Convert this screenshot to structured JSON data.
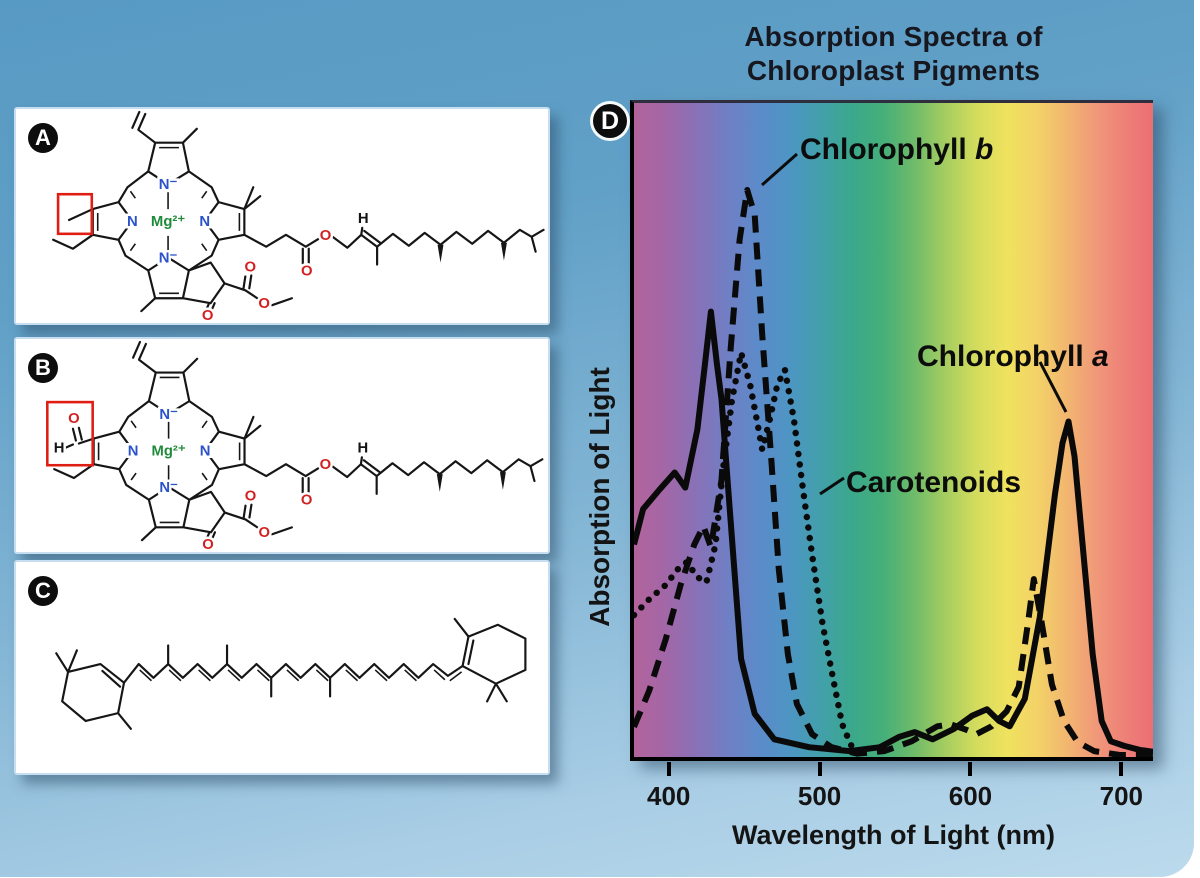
{
  "title": {
    "line1": "Absorption Spectra of",
    "line2": "Chloroplast Pigments"
  },
  "panels": {
    "a": {
      "badge": "A",
      "molecule": "chlorophyll a",
      "highlighted_group": "methyl group",
      "atoms": {
        "mg": "Mg²⁺",
        "n": "N",
        "n_charged": "N⁻",
        "o": "O",
        "h": "H"
      }
    },
    "b": {
      "badge": "B",
      "molecule": "chlorophyll b",
      "highlighted_group": "aldehyde group",
      "atoms": {
        "mg": "Mg²⁺",
        "n": "N",
        "n_charged": "N⁻",
        "o": "O",
        "h": "H"
      }
    },
    "c": {
      "badge": "C",
      "molecule": "carotenoid (beta-carotene)"
    },
    "d": {
      "badge": "D"
    }
  },
  "chart": {
    "y_axis_label": "Absorption of Light",
    "x_axis_label": "Wavelength of Light (nm)",
    "labels": {
      "chlorophyll_b": {
        "prefix": "Chlorophyll ",
        "italic": "b"
      },
      "chlorophyll_a": {
        "prefix": "Chlorophyll ",
        "italic": "a"
      },
      "carotenoids": {
        "text": "Carotenoids"
      }
    }
  },
  "chart_data": {
    "type": "line",
    "title": "Absorption Spectra of Chloroplast Pigments",
    "xlabel": "Wavelength of Light (nm)",
    "ylabel": "Absorption of Light",
    "x_range": [
      377,
      721
    ],
    "x_ticks": [
      400,
      500,
      600,
      700
    ],
    "y_range": [
      0,
      1
    ],
    "grid": false,
    "legend_position": "inline-annotations",
    "background": "visible-light-spectrum-gradient",
    "spectrum_stops": [
      [
        "#b2639b",
        0
      ],
      [
        "#a367a7",
        0.06
      ],
      [
        "#8971b7",
        0.12
      ],
      [
        "#707fc4",
        0.18
      ],
      [
        "#5c8bca",
        0.24
      ],
      [
        "#4d95c3",
        0.3
      ],
      [
        "#42a0aa",
        0.36
      ],
      [
        "#3ba88c",
        0.42
      ],
      [
        "#45af79",
        0.48
      ],
      [
        "#6fbb6a",
        0.54
      ],
      [
        "#a5cd60",
        0.6
      ],
      [
        "#d4dc5d",
        0.66
      ],
      [
        "#f0e25f",
        0.72
      ],
      [
        "#f3d168",
        0.78
      ],
      [
        "#f2b371",
        0.84
      ],
      [
        "#f0937a",
        0.9
      ],
      [
        "#ed7b77",
        0.96
      ],
      [
        "#ec6f73",
        1
      ]
    ],
    "series": [
      {
        "name": "Chlorophyll a",
        "id": "chlorophyll-a",
        "style": "solid",
        "color": "#0a0a0a",
        "width": 6,
        "peaks_nm": [
          428,
          665
        ],
        "points": [
          [
            377,
            0.325
          ],
          [
            383,
            0.379
          ],
          [
            394,
            0.409
          ],
          [
            404,
            0.435
          ],
          [
            411,
            0.412
          ],
          [
            419,
            0.501
          ],
          [
            424,
            0.6
          ],
          [
            428,
            0.681
          ],
          [
            432,
            0.6
          ],
          [
            435,
            0.547
          ],
          [
            440,
            0.394
          ],
          [
            448,
            0.15
          ],
          [
            457,
            0.066
          ],
          [
            470,
            0.027
          ],
          [
            493,
            0.015
          ],
          [
            520,
            0.009
          ],
          [
            540,
            0.015
          ],
          [
            553,
            0.031
          ],
          [
            563,
            0.038
          ],
          [
            575,
            0.027
          ],
          [
            589,
            0.043
          ],
          [
            601,
            0.063
          ],
          [
            611,
            0.073
          ],
          [
            619,
            0.055
          ],
          [
            626,
            0.047
          ],
          [
            636,
            0.089
          ],
          [
            646,
            0.214
          ],
          [
            656,
            0.401
          ],
          [
            661,
            0.48
          ],
          [
            665,
            0.513
          ],
          [
            669,
            0.46
          ],
          [
            674,
            0.333
          ],
          [
            681,
            0.157
          ],
          [
            687,
            0.055
          ],
          [
            693,
            0.024
          ],
          [
            702,
            0.017
          ],
          [
            712,
            0.011
          ],
          [
            721,
            0.008
          ]
        ]
      },
      {
        "name": "Chlorophyll b",
        "id": "chlorophyll-b",
        "style": "dashed",
        "color": "#0a0a0a",
        "width": 6,
        "dash": "17 10",
        "peaks_nm": [
          452,
          642
        ],
        "points": [
          [
            377,
            0.046
          ],
          [
            387,
            0.101
          ],
          [
            398,
            0.18
          ],
          [
            408,
            0.264
          ],
          [
            417,
            0.325
          ],
          [
            423,
            0.353
          ],
          [
            428,
            0.321
          ],
          [
            435,
            0.424
          ],
          [
            441,
            0.623
          ],
          [
            447,
            0.791
          ],
          [
            452,
            0.867
          ],
          [
            457,
            0.829
          ],
          [
            462,
            0.646
          ],
          [
            468,
            0.455
          ],
          [
            473,
            0.287
          ],
          [
            479,
            0.157
          ],
          [
            485,
            0.081
          ],
          [
            495,
            0.035
          ],
          [
            508,
            0.015
          ],
          [
            525,
            0.005
          ],
          [
            543,
            0.009
          ],
          [
            561,
            0.024
          ],
          [
            578,
            0.047
          ],
          [
            587,
            0.05
          ],
          [
            598,
            0.041
          ],
          [
            604,
            0.035
          ],
          [
            614,
            0.047
          ],
          [
            624,
            0.07
          ],
          [
            632,
            0.107
          ],
          [
            638,
            0.203
          ],
          [
            642,
            0.272
          ],
          [
            647,
            0.208
          ],
          [
            654,
            0.111
          ],
          [
            662,
            0.055
          ],
          [
            671,
            0.023
          ],
          [
            682,
            0.009
          ],
          [
            699,
            0.003
          ],
          [
            721,
            0.003
          ]
        ]
      },
      {
        "name": "Carotenoids",
        "id": "carotenoids",
        "style": "dotted",
        "color": "#0a0a0a",
        "width": 6.4,
        "dash": "0.1 10.5",
        "linecap": "round",
        "peaks_nm": [
          448,
          477
        ],
        "points": [
          [
            377,
            0.217
          ],
          [
            387,
            0.241
          ],
          [
            398,
            0.263
          ],
          [
            406,
            0.287
          ],
          [
            412,
            0.298
          ],
          [
            419,
            0.275
          ],
          [
            425,
            0.267
          ],
          [
            431,
            0.325
          ],
          [
            436,
            0.44
          ],
          [
            442,
            0.547
          ],
          [
            448,
            0.618
          ],
          [
            454,
            0.569
          ],
          [
            459,
            0.508
          ],
          [
            462,
            0.47
          ],
          [
            467,
            0.516
          ],
          [
            472,
            0.569
          ],
          [
            477,
            0.592
          ],
          [
            483,
            0.516
          ],
          [
            489,
            0.409
          ],
          [
            495,
            0.31
          ],
          [
            502,
            0.203
          ],
          [
            509,
            0.119
          ],
          [
            515,
            0.05
          ],
          [
            522,
            0.012
          ]
        ]
      }
    ]
  }
}
